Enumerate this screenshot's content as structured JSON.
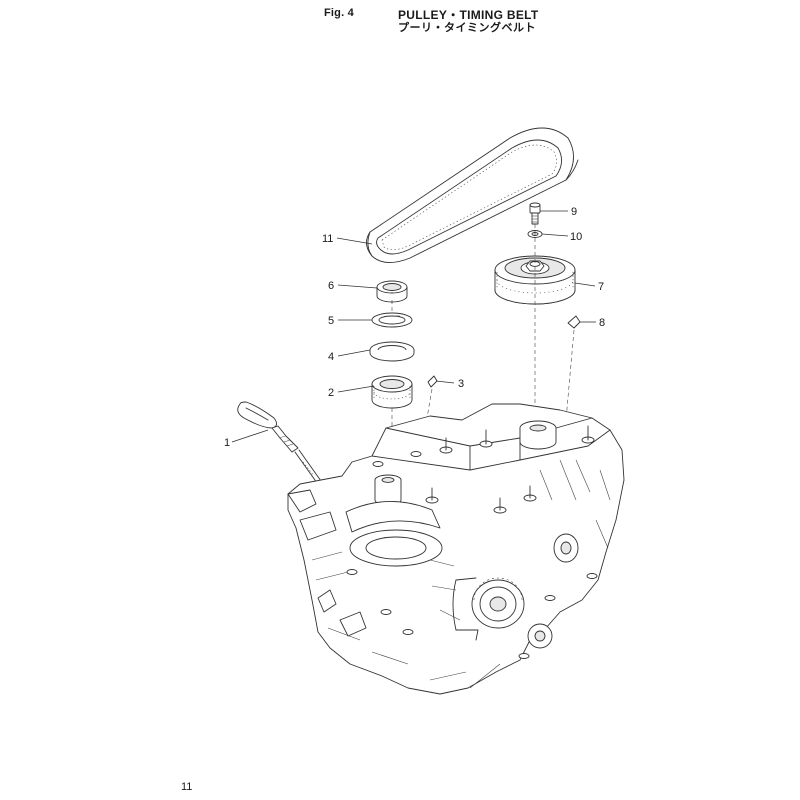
{
  "header": {
    "fig_label": "Fig. 4",
    "title_en": "PULLEY・TIMING BELT",
    "title_jp": "プーリ・タイミングベルト"
  },
  "footer": {
    "page_number": "11"
  },
  "callouts": [
    {
      "number": "1"
    },
    {
      "number": "2"
    },
    {
      "number": "3"
    },
    {
      "number": "4"
    },
    {
      "number": "5"
    },
    {
      "number": "6"
    },
    {
      "number": "7"
    },
    {
      "number": "8"
    },
    {
      "number": "9"
    },
    {
      "number": "10"
    },
    {
      "number": "11"
    }
  ]
}
